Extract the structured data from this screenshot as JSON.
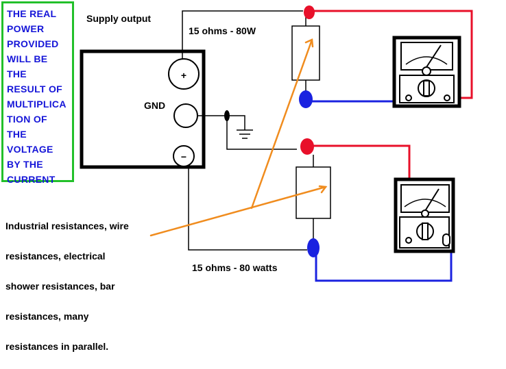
{
  "note_box": {
    "lines": [
      "THE REAL",
      "POWER",
      "PROVIDED",
      "WILL BE",
      "THE",
      "RESULT OF",
      "MULTIPLICA",
      "TION OF",
      "THE",
      "VOLTAGE",
      "BY THE",
      "CURRENT"
    ],
    "text_color": "#1515d8",
    "border_color": "#22c02a"
  },
  "labels": {
    "supply_output": "Supply output",
    "resistor_top": "15 ohms - 80W",
    "resistor_bottom": "15 ohms - 80 watts",
    "gnd": "GND",
    "plus": "+",
    "minus": "−"
  },
  "description": {
    "lines": [
      "Industrial resistances, wire",
      "resistances, electrical",
      "shower resistances, bar",
      "resistances, many",
      "resistances in parallel."
    ]
  },
  "colors": {
    "positive_wire": "#e8102a",
    "negative_wire": "#1a22e0",
    "arrow": "#f08c1e",
    "outline": "#000000"
  }
}
